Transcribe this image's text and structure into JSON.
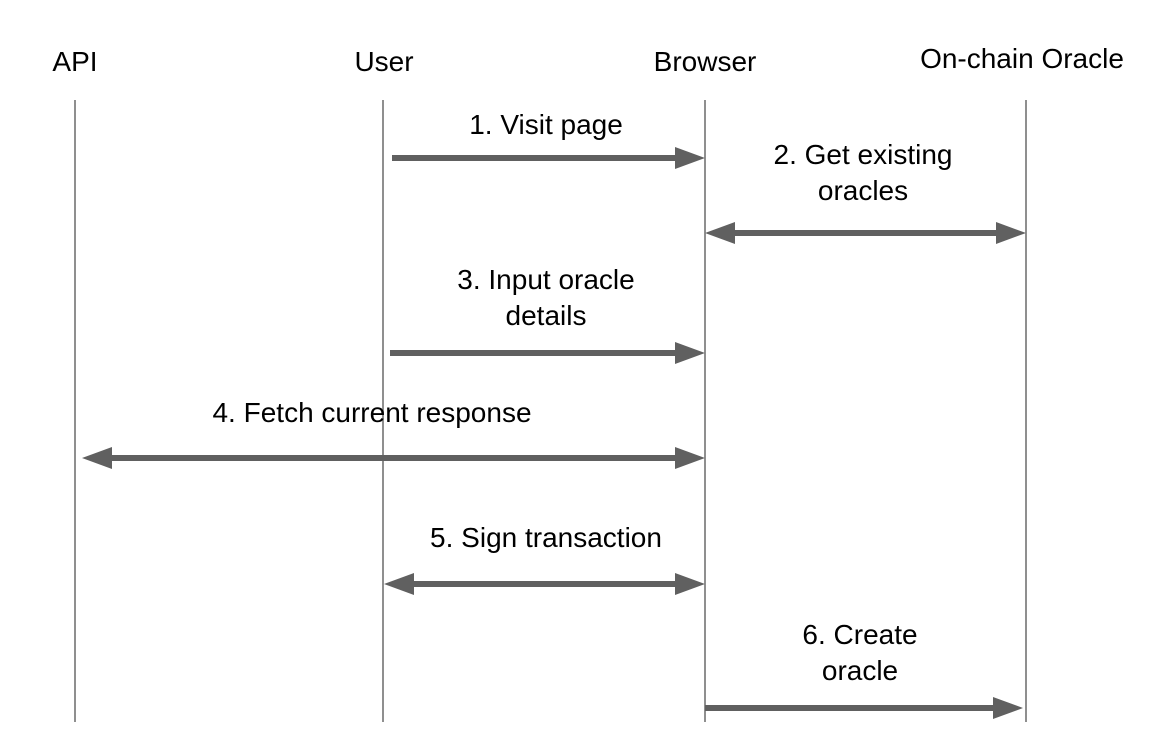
{
  "diagram": {
    "type": "sequence-diagram",
    "colors": {
      "background": "#ffffff",
      "arrow": "#606060",
      "lifeline": "#8f8f8f",
      "text": "#000000"
    },
    "actors": [
      {
        "name": "API"
      },
      {
        "name": "User"
      },
      {
        "name": "Browser"
      },
      {
        "name": "On-chain Oracle"
      }
    ],
    "messages": [
      {
        "label": "1. Visit page",
        "from": "User",
        "to": "Browser",
        "direction": "right"
      },
      {
        "label": "2. Get existing\noracles",
        "from": "Browser",
        "to": "On-chain Oracle",
        "direction": "both"
      },
      {
        "label": "3. Input oracle\ndetails",
        "from": "User",
        "to": "Browser",
        "direction": "right"
      },
      {
        "label": "4. Fetch current response",
        "from": "API",
        "to": "Browser",
        "direction": "both"
      },
      {
        "label": "5. Sign transaction",
        "from": "User",
        "to": "Browser",
        "direction": "both"
      },
      {
        "label": "6. Create\noracle",
        "from": "Browser",
        "to": "On-chain Oracle",
        "direction": "right"
      }
    ]
  }
}
